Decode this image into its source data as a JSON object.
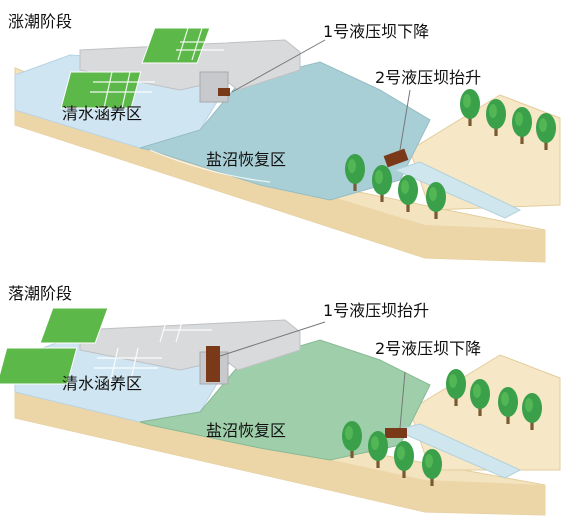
{
  "panels": [
    {
      "stage": "涨潮阶段",
      "pool": "清水涵养区",
      "marsh": "盐沼恢复区",
      "dam1": "1号液压坝下降",
      "dam2": "2号液压坝抬升",
      "marsh_color": "#a9cfd6"
    },
    {
      "stage": "落潮阶段",
      "pool": "清水涵养区",
      "marsh": "盐沼恢复区",
      "dam1": "1号液压坝抬升",
      "dam2": "2号液压坝下降",
      "marsh_color": "#9fcfaa"
    }
  ],
  "colors": {
    "soil": "#f3e3bf",
    "soil_edge": "#e3cd9c",
    "pool": "#cfe5f2",
    "wall": "#d9dadc",
    "grid": "#5db84a",
    "tree": "#3aa04a",
    "dam": "#7a3a1a"
  }
}
